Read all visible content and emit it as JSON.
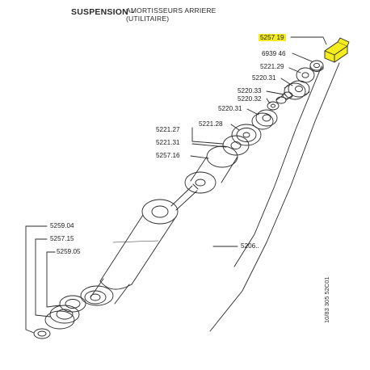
{
  "header": {
    "section": "SUSPENSION -",
    "subtitle_line1": "AMORTISSEURS ARRIERE",
    "subtitle_line2": "(UTILITAIRE)"
  },
  "parts": [
    {
      "ref": "5257 19",
      "highlighted": true
    },
    {
      "ref": "6939 46"
    },
    {
      "ref": "5221.29"
    },
    {
      "ref": "5220.31"
    },
    {
      "ref": "5220.33"
    },
    {
      "ref": "5220.32"
    },
    {
      "ref": "5220.31"
    },
    {
      "ref": "5221.28"
    },
    {
      "ref": "5221.27"
    },
    {
      "ref": "5221.31"
    },
    {
      "ref": "5257.16"
    },
    {
      "ref": "5206.."
    },
    {
      "ref": "5259.04"
    },
    {
      "ref": "5257.15"
    },
    {
      "ref": "5259.05"
    }
  ],
  "side_code": "10/83  305  52C01",
  "colors": {
    "highlight": "#f5ec1e",
    "ink": "#2a2a2a"
  }
}
